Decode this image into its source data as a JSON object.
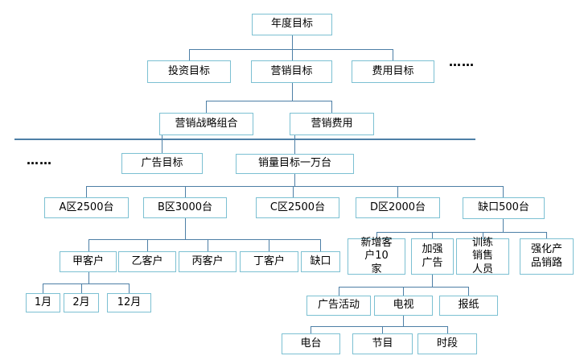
{
  "style": {
    "background": "#ffffff",
    "box_border_color": "#7cc0d2",
    "connector_color": "#4d7fa6",
    "text_color": "#000000"
  },
  "tree": {
    "level1": {
      "annual_goal": "年度目标"
    },
    "level2": {
      "investment_goal": "投资目标",
      "marketing_goal": "营销目标",
      "expense_goal": "费用目标",
      "ellipsis_more": "……"
    },
    "level3": {
      "marketing_strategy_mix": "营销战略组合",
      "marketing_expense": "营销费用"
    },
    "level4": {
      "ellipsis_more": "……",
      "advertising_goal": "广告目标",
      "sales_goal": "销量目标一万台"
    },
    "level5": {
      "region_a": "A区2500台",
      "region_b": "B区3000台",
      "region_c": "C区2500台",
      "region_d": "D区2000台",
      "gap": "缺口500台"
    },
    "level6": {
      "customer_jia": "甲客户",
      "customer_yi": "乙客户",
      "customer_bing": "丙客户",
      "customer_ding": "丁客户",
      "gap": "缺口",
      "new_customers": "新增客户10家",
      "strengthen_advertising": "加强广告",
      "train_salespeople": "训练销售人员",
      "strengthen_product_channels": "强化产品销路"
    },
    "level7": {
      "month_jan": "1月",
      "month_feb": "2月",
      "month_dec": "12月",
      "ad_campaign": "广告活动",
      "tv": "电视",
      "newspaper": "报纸"
    },
    "level8": {
      "radio": "电台",
      "program": "节目",
      "time_slot": "时段"
    }
  }
}
